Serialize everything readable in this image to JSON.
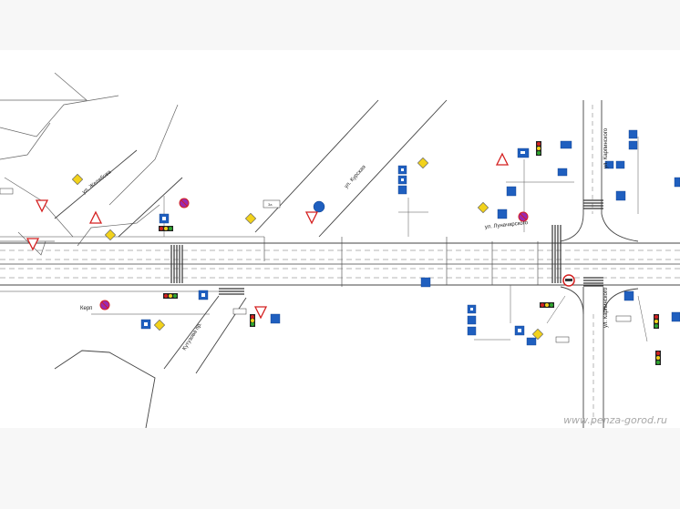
{
  "streets": {
    "zhelyabova": "ул. Желябова",
    "kurskaya": "ул. Курская",
    "lunacharskogo": "ул. Луначарского",
    "karpinskogo_top": "ул. Карпинского",
    "karpinskogo_bottom": "ул. Карпинского",
    "kutuzova": "Кутузова пр."
  },
  "labels": {
    "kerp": "Керп",
    "sign_3a": "3a"
  },
  "watermark": "www.penza-gorod.ru",
  "colors": {
    "line": "#444444",
    "sign_blue": "#1f5fbf",
    "sign_red": "#d42020",
    "priority_yellow": "#f2d21c",
    "no_stop": "#9a2ab0"
  }
}
